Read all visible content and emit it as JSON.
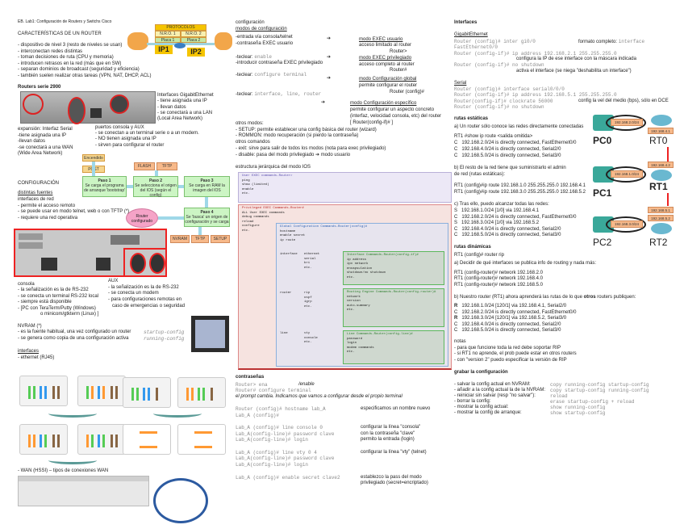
{
  "header": "EB. Lab1: Configuración de Routers y Switchs Cisco",
  "left": {
    "title": "CARACTERÍSTICAS DE UN ROUTER",
    "features": [
      "- dispositivo de nivel 3 (resto de niveles se usan)",
      "- interconectan redes distintas",
      "- toman decisiones de ruta (CPU y memoria)",
      "- introducen retrasos en la red (más que en SW)",
      "- separan dominios de broadcast (seguridad y eficiencia)",
      "- también suelen realizar otras tareas (VPN, NAT, DHCP, ACL)"
    ],
    "diagram_top": {
      "protocols": "PROTOCOLOS",
      "n1": "N.R.O. 1",
      "n2": "N.R.O. 2",
      "p1": "Placa 1",
      "p2": "Placa 2",
      "ip1": "IP1",
      "ip2": "IP2"
    },
    "series_title": "Routers serie 2900",
    "gig": [
      "Interfaces GigabitEthernet",
      "- tiene asignada una IP",
      "- llevan datos",
      "- se conectará a una LAN",
      "(Local Area Network)"
    ],
    "serial": [
      "expansión: Interfaz Serial",
      "-tiene asignada una IP",
      "-llevan datos",
      "-se conectará a una WAN",
      "(Wide Area Network)"
    ],
    "ports": [
      "puertos consola y AUX",
      "- se conectan a un terminal serie o a un modem.",
      "- NO tienen asignada una IP",
      "- sirven para configurar el router"
    ],
    "flow": {
      "on": "Encendido",
      "post": "POST",
      "flash": "FLASH",
      "tftp": "TFTP",
      "p1t": "Paso 1",
      "p1": "Se carga el programa de arranque 'bootstrap'",
      "p2t": "Paso 2",
      "p2": "Se selecciona el origen del IOS (según el config)",
      "p3t": "Paso 3",
      "p3": "Se carga en RAM la imagen del IOS",
      "p4t": "Paso 4",
      "p4": "Se 'busca' un origen de configuración y se carga",
      "cfg": "Router configurado",
      "nvram": "NVRAM",
      "tftp2": "TFTP",
      "setup": "SETUP"
    },
    "config": [
      "CONFIGURACIÓN",
      "distintas fuentes",
      "interfaces de red",
      "- permite el acceso remoto",
      "- se puede usar en modo telnet, web o con TFTP (*)",
      "- requiere una red operativa"
    ],
    "consola": [
      "consola",
      "- la señalización es la de RS-232",
      "- se conecta un terminal RS-232 local",
      "- siempre está disponible",
      "- [PC con TeraTerm/Putty (Windows)",
      "o minicom/gtkterm (Linux) ]"
    ],
    "aux": [
      "AUX",
      "- la señalización es la de RS-232",
      "- se conecta un modem",
      "- para configuraciones remotas en",
      "caso de emergencias o seguridad"
    ],
    "nvram": [
      "NVRAM (*)",
      "- es la fuente habitual, una vez configurado un router",
      "- se genera como copia de una configuración activa"
    ],
    "nvram_cmds": [
      "startup-config",
      "running-config"
    ],
    "interfaces": "interfaces",
    "ethernet": "- ethernet (RJ45)",
    "wan": "- WAN (HSSI) – tipos de conexiones WAN"
  },
  "mid": {
    "title": "configuración",
    "modes": "modos de configuración",
    "lines": [
      {
        "t": "-entrada vía consola/telnet"
      },
      {
        "t": "-contraseña EXEC usuario"
      },
      {
        "p": "-teclear: ",
        "c": "enable"
      },
      {
        "t": "-introducir contraseña EXEC privilegiado"
      },
      {
        "p": "-teclear: ",
        "c": "configure terminal"
      },
      {
        "p": "-teclear: ",
        "c": "interface, line, router"
      }
    ],
    "arrow": "➔",
    "m1": [
      "modo EXEC usuario",
      "acceso limitado al router",
      "Router>"
    ],
    "m2": [
      "modo EXEC privilegiado",
      "acceso completo al router",
      "Router#"
    ],
    "m3": [
      "modo Configuración global",
      "permite configurar el router",
      "Router (config)#"
    ],
    "m4": [
      "modo Configuración específico",
      "permite configurar un aspecto concreto",
      "(interfaz, velocidad consola, etc) del router",
      "[                Router(config-if)#              ]"
    ],
    "others": [
      "otros modos:",
      "- SETUP: permite establecer una config básica del router (wizard)",
      "- ROMMON: modo recuperación (si pierdo la contraseña)",
      "otros comandos",
      "- exit: sirve para salir de todos los modos (nota para exec privilegiado)",
      "- disable: pasa del modo privilegiado  ➔ modo usuario"
    ],
    "ios_title": "estructura jerárquica del modo IOS",
    "ios": {
      "user": "User EXEC commands-Router>",
      "user_items": [
        "ping",
        "show (limited)",
        "enable",
        "etc."
      ],
      "priv": "Privileged EXEC Commands-Router#",
      "priv_items": [
        "ALL User EXEC commands",
        "debug commands",
        "reload",
        "configure",
        "etc."
      ],
      "global": "Global Configuration Commands-Router(config)#",
      "global_items": [
        "hostname",
        "enable secret",
        "ip route"
      ],
      "if_left": [
        "interface",
        "ethernet",
        "serial",
        "bri",
        "etc."
      ],
      "if_title": "Interface Commands-Router(config-if)#",
      "if_items": [
        "ip address",
        "ipx network",
        "encapsulation",
        "shutdown/no shutdown",
        "etc."
      ],
      "rt_left": [
        "router",
        "rip",
        "ospf",
        "igrp",
        "etc."
      ],
      "rt_title": "Routing Engine Commands-Router(config-router)#",
      "rt_items": [
        "network",
        "version",
        "auto-summary",
        "etc."
      ],
      "ln_left": [
        "line",
        "vty",
        "console",
        "etc."
      ],
      "ln_title": "Line Commands-Router(config-line)#",
      "ln_items": [
        "password",
        "login",
        "modem commands",
        "etc."
      ]
    },
    "pw_title": "contraseñas",
    "pw": [
      {
        "c": "Router> ena",
        "d": "/enable"
      },
      {
        "c": "Router# configure terminal",
        "d": ""
      },
      {
        "c": "",
        "d": "el prompt cambia. Indicamos que vamos a configurar desde el propio terminal"
      },
      {
        "c": "Router (config)# hostname lab_A",
        "d": "especificamos un nombre nuevo"
      },
      {
        "c": "Lab_A (config)#",
        "d": ""
      },
      {
        "c": "Lab_A (config)# line console 0",
        "d": "configurar la línea \"consola\""
      },
      {
        "c": "Lab_A(config-line)# password clave",
        "d": "con la contraseña \"clave\""
      },
      {
        "c": "Lab_A(config-line)# login",
        "d": "permito la entrada (login)"
      },
      {
        "c": "Lab_A (config)# line vty 0 4",
        "d": "configurar la línea \"vty\" (telnet)"
      },
      {
        "c": "Lab_A(config-line)# password clave",
        "d": ""
      },
      {
        "c": "Lab_A(config-line)# login",
        "d": ""
      },
      {
        "c": "Lab_A (config)# enable secret clave2",
        "d": "establezco la pass del modo"
      },
      {
        "c": "",
        "d": "privilegiado (secret=encriptado)"
      }
    ]
  },
  "right": {
    "title": "Interfaces",
    "gig_title": "GigabitEthernet",
    "gig": [
      {
        "c": "Router (config)# inter gi0/0",
        "d": "formato completo: ",
        "d2": "interface"
      },
      {
        "c": "FastEthernet0/0",
        "d": ""
      },
      {
        "c": "Router (config-if)# ip address 192.168.2.1 255.255.255.0",
        "d": ""
      },
      {
        "c": "",
        "d": "configura la IP de ese interface con la máscara indicada"
      },
      {
        "c": "Router (config-if)# no shutdown",
        "d": ""
      },
      {
        "c": "",
        "d": "activa el interface (se niega \"deshabilita un interface\")"
      }
    ],
    "serial_title": "Serial",
    "serial": [
      {
        "c": "Router (config)# interface serial0/0/0",
        "d": ""
      },
      {
        "c": "Router (config-if)# ip address 192.168.5.1 255.255.255.0",
        "d": ""
      },
      {
        "c": "Router(config-if)# clockrate 56000",
        "d": "config la vel del medio (bps), sólo en DCE"
      },
      {
        "c": "Router (config-if)# no shutdown",
        "d": ""
      }
    ],
    "static_title": "rutas estáticas",
    "static_a": "a) Un router sólo conoce las redes directamente conectadas",
    "static_show": "RT1 #show ip route <salida omitida>",
    "static_routes1": [
      [
        "C",
        "192.168.2.0/24 is directly connected, FastEthernet0/0"
      ],
      [
        "C",
        "192.168.4.0/24 is directly connected, Serial2/0"
      ],
      [
        "C",
        "192.168.5.0/24 is directly connected, Serial3/0"
      ]
    ],
    "static_b": [
      "b) El resto de la red tiene que suministrarlo el admin",
      "de red (rutas estáticas):"
    ],
    "static_cmds": [
      "RT1 (config)#ip route 192.168.1.0 255.255.255.0 192.168.4.1",
      "RT1 (config)#ip route 192.168.3.0 255.255.255.0 192.168.5.2"
    ],
    "static_c": "c) Tras ello, puedo alcanzar todas las redes:",
    "static_routes2": [
      [
        "S",
        "192.168.1.0/24 [1/0] via 192.168.4.1"
      ],
      [
        "C",
        "192.168.2.0/24 is directly connected, FastEthernet0/0"
      ],
      [
        "S",
        "192.168.3.0/24 [1/0] via 192.168.5.2"
      ],
      [
        "C",
        "192.168.4.0/24 is directly connected, Serial2/0"
      ],
      [
        "C",
        "192.168.5.0/24 is directly connected, Serial3/0"
      ]
    ],
    "net": {
      "pc0": "PC0",
      "pc1": "PC1",
      "pc2": "PC2",
      "rt0": "RT0",
      "rt1": "RT1",
      "rt2": "RT2",
      "n1": "192.168.1.0/24",
      "n2": "192.168.2.0/24",
      "n3": "192.168.3.0/24",
      "a1": "192.168.4.1",
      "a2": "192.168.4.2",
      "a3": "192.168.5.1",
      "a4": "192.168.5.2"
    },
    "dyn_title": "rutas dinámicas",
    "dyn_rip": "RT1 (config)# router rip",
    "dyn_a": "a) Decidir de qué interfaces se publica info de routing y nada más:",
    "dyn_nets": [
      "RT1 (config-router)# network 192.168.2.0",
      "RT1 (config-router)# network 192.168.4.0",
      "RT1 (config-router)# network 192.168.5.0"
    ],
    "dyn_b_pre": "b) Nuestro router (RT1) ahora aprenderá las rutas de lo que ",
    "dyn_b_bold": "otros",
    "dyn_b_post": " routers publiquen:",
    "dyn_routes": [
      [
        "R",
        "192.168.1.0/24 [120/1] via 192.168.4.1, Serial2/0"
      ],
      [
        "C",
        "192.168.2.0/24 is directly connected, FastEthernet0/0"
      ],
      [
        "R",
        "192.168.3.0/24 [120/1] via 192.168.5.2, Serial3/0"
      ],
      [
        "C",
        "192.168.4.0/24 is directly connected, Serial2/0"
      ],
      [
        "C",
        "192.168.5.0/24 is directly connected, Serial3/0"
      ]
    ],
    "notes": [
      "notas",
      "- para que funcione toda la red debe soportar RIP",
      "- si RT1 no aprende, el prob puede estar en otros routers",
      "- con \"version 2\" puedo especificar la versión de RIP"
    ],
    "save_title": "grabar la configuración",
    "save": [
      [
        "- salvar la config actual en NVRAM:",
        "copy running-config startup-config"
      ],
      [
        "- añadir a la config actual la de la NVRAM:",
        "copy startup-config running-config"
      ],
      [
        "- reiniciar sin salvar (resp \"no salvar\"):",
        "reload"
      ],
      [
        "- borrar la config:",
        "erase startup-config + reload"
      ],
      [
        "- mostrar la config actual:",
        "show running-config"
      ],
      [
        "- mostrar la config de arranque:",
        "show startup-config"
      ]
    ]
  }
}
